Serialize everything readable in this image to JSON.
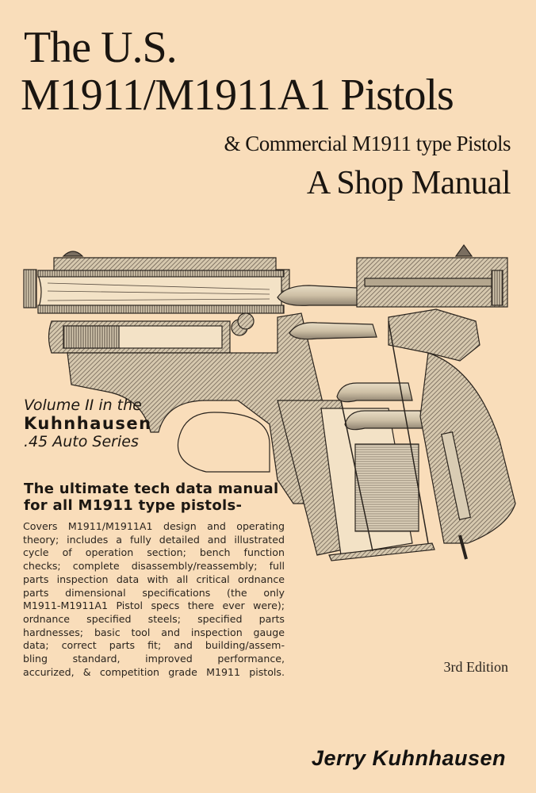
{
  "cover": {
    "title_line1": "The U.S.",
    "title_line2": "M1911/M1911A1 Pistols",
    "subtitle": "& Commercial M1911 type Pistols",
    "shop_manual": "A Shop Manual",
    "series": {
      "line1": "Volume II in the",
      "line2": "Kuhnhausen",
      "line3": ".45 Auto Series"
    },
    "tagline": {
      "line1": "The ultimate tech data manual",
      "line2": "for all M1911 type pistols-"
    },
    "blurb_lines": [
      "Covers M1911/M1911A1 design and operating",
      "theory; includes a fully detailed and illustrated",
      "cycle of operation section; bench function",
      "checks; complete disassembly/reassembly; full",
      "parts inspection data with all critical ordnance",
      "parts dimensional specifications (the only",
      "M1911-M1911A1 Pistol specs there ever were);",
      "ordnance specified steels; specified parts",
      "hardnesses; basic tool and inspection gauge",
      "data; correct parts fit; and building/assem-",
      "bling standard, improved performance,",
      "accurized, & competition grade M1911 pistols."
    ],
    "edition": "3rd Edition",
    "author": "Jerry Kuhnhausen",
    "illustration": "cutaway-pistol-illustration",
    "colors": {
      "background": "#F9DDBA",
      "ink": "#1A1510",
      "hatch": "#5A4E42",
      "fill": "#CFC0A6"
    }
  }
}
